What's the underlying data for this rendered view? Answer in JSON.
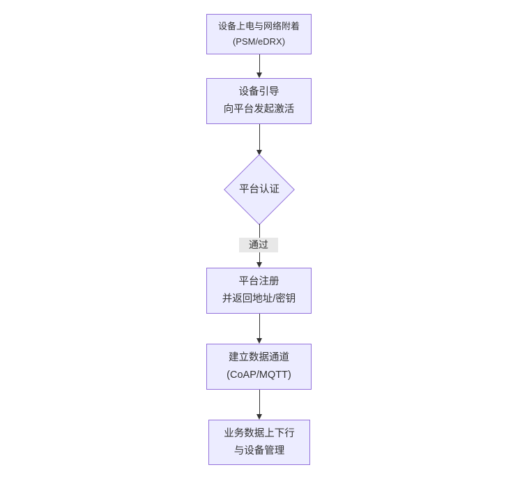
{
  "diagram": {
    "type": "flowchart",
    "direction": "top-down",
    "nodes": [
      {
        "id": "power_attach",
        "shape": "rect",
        "line1": "设备上电与网络附着",
        "line2": "(PSM/eDRX)"
      },
      {
        "id": "bootstrap",
        "shape": "rect",
        "line1": "设备引导",
        "line2": "向平台发起激活"
      },
      {
        "id": "platform_auth",
        "shape": "diamond",
        "line1": "平台认证",
        "line2": ""
      },
      {
        "id": "register",
        "shape": "rect",
        "line1": "平台注册",
        "line2": "并返回地址/密钥"
      },
      {
        "id": "data_channel",
        "shape": "rect",
        "line1": "建立数据通道",
        "line2": "(CoAP/MQTT)"
      },
      {
        "id": "business",
        "shape": "rect",
        "line1": "业务数据上下行",
        "line2": "与设备管理"
      }
    ],
    "edges": [
      {
        "from": "power_attach",
        "to": "bootstrap",
        "label": ""
      },
      {
        "from": "bootstrap",
        "to": "platform_auth",
        "label": ""
      },
      {
        "from": "platform_auth",
        "to": "register",
        "label": "通过"
      },
      {
        "from": "register",
        "to": "data_channel",
        "label": ""
      },
      {
        "from": "data_channel",
        "to": "business",
        "label": ""
      }
    ],
    "colors": {
      "background": "#ffffff",
      "node_fill": "#ECECFF",
      "node_border": "#9370DB",
      "edge_line": "#333333",
      "text": "#333333",
      "edge_label_bg": "#e8e8e8"
    }
  }
}
